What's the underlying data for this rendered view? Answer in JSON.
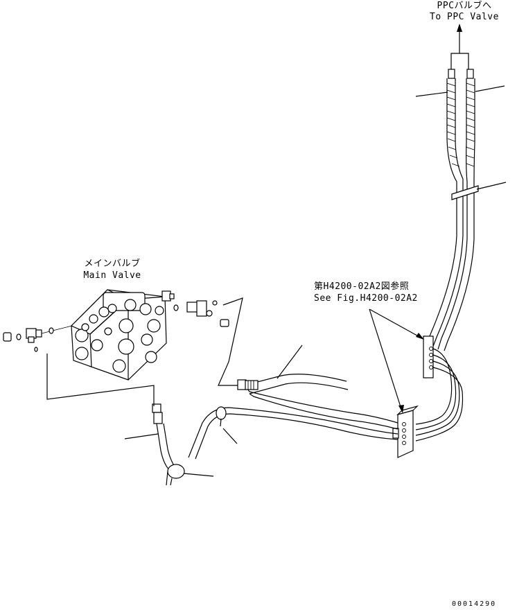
{
  "labels": {
    "ppc_jp": "PPCバルブへ",
    "ppc_en": "To PPC Valve",
    "main_valve_jp": "メインバルブ",
    "main_valve_en": "Main Valve",
    "ref_jp": "第H4200-02A2図参照",
    "ref_en": "See Fig.H4200-02A2",
    "drawing_number": "00014290"
  }
}
